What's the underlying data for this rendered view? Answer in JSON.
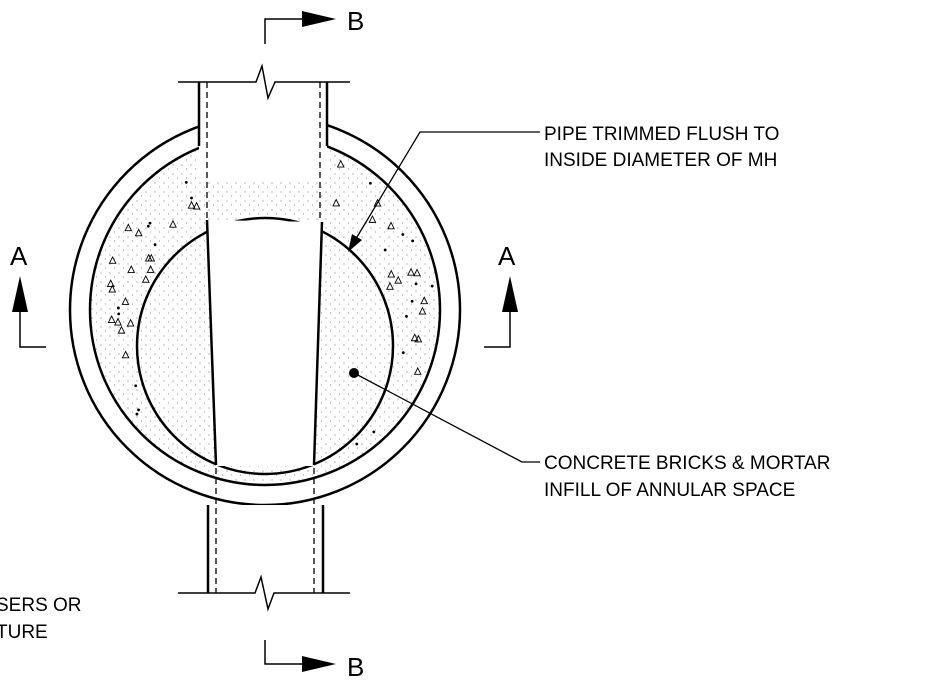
{
  "section_marks": {
    "top": "B",
    "bottom": "B",
    "left": "A",
    "right": "A"
  },
  "callouts": {
    "pipe_trimmed": {
      "line1": "PIPE TRIMMED FLUSH TO",
      "line2": "INSIDE DIAMETER OF MH"
    },
    "infill": {
      "line1": "CONCRETE BRICKS & MORTAR",
      "line2": "INFILL OF ANNULAR SPACE"
    },
    "clipped_note": {
      "line1": "SERS OR",
      "line2": "TURE"
    }
  },
  "colors": {
    "ink": "#000000",
    "background": "#ffffff"
  }
}
